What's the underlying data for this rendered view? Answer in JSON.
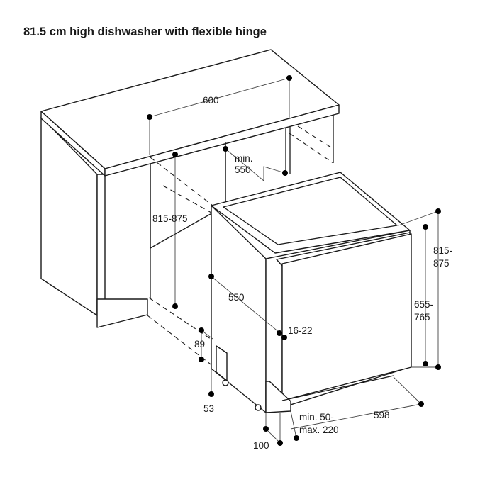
{
  "title": "81.5 cm high dishwasher with flexible hinge",
  "dimensions": {
    "cabinet_width": "600",
    "niche_depth_min_line1": "min.",
    "niche_depth_min_line2": "550",
    "niche_height": "815-875",
    "appliance_depth": "550",
    "door_gap": "16-22",
    "plinth_89": "89",
    "plinth_53": "53",
    "total_height_line1": "815-",
    "total_height_line2": "875",
    "door_height_line1": "655-",
    "door_height_line2": "765",
    "appliance_width": "598",
    "plinth_offset_line1": "min. 50-",
    "plinth_offset_line2": "max. 220",
    "plinth_100": "100"
  }
}
